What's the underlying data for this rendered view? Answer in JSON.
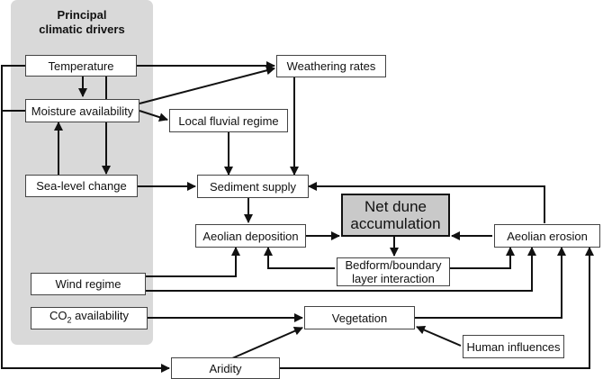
{
  "panel": {
    "title_line1": "Principal",
    "title_line2": "climatic drivers"
  },
  "nodes": {
    "temperature": "Temperature",
    "moisture": "Moisture availability",
    "sea_level": "Sea-level change",
    "weathering": "Weathering rates",
    "fluvial": "Local fluvial regime",
    "sediment": "Sediment supply",
    "net_dune_line1": "Net dune",
    "net_dune_line2": "accumulation",
    "aeolian_deposition": "Aeolian deposition",
    "aeolian_erosion": "Aeolian erosion",
    "bedform_line1": "Bedform/boundary",
    "bedform_line2": "layer interaction",
    "wind": "Wind regime",
    "co2_prefix": "CO",
    "co2_sub": "2",
    "co2_suffix": " availability",
    "vegetation": "Vegetation",
    "human": "Human influences",
    "aridity": "Aridity"
  }
}
